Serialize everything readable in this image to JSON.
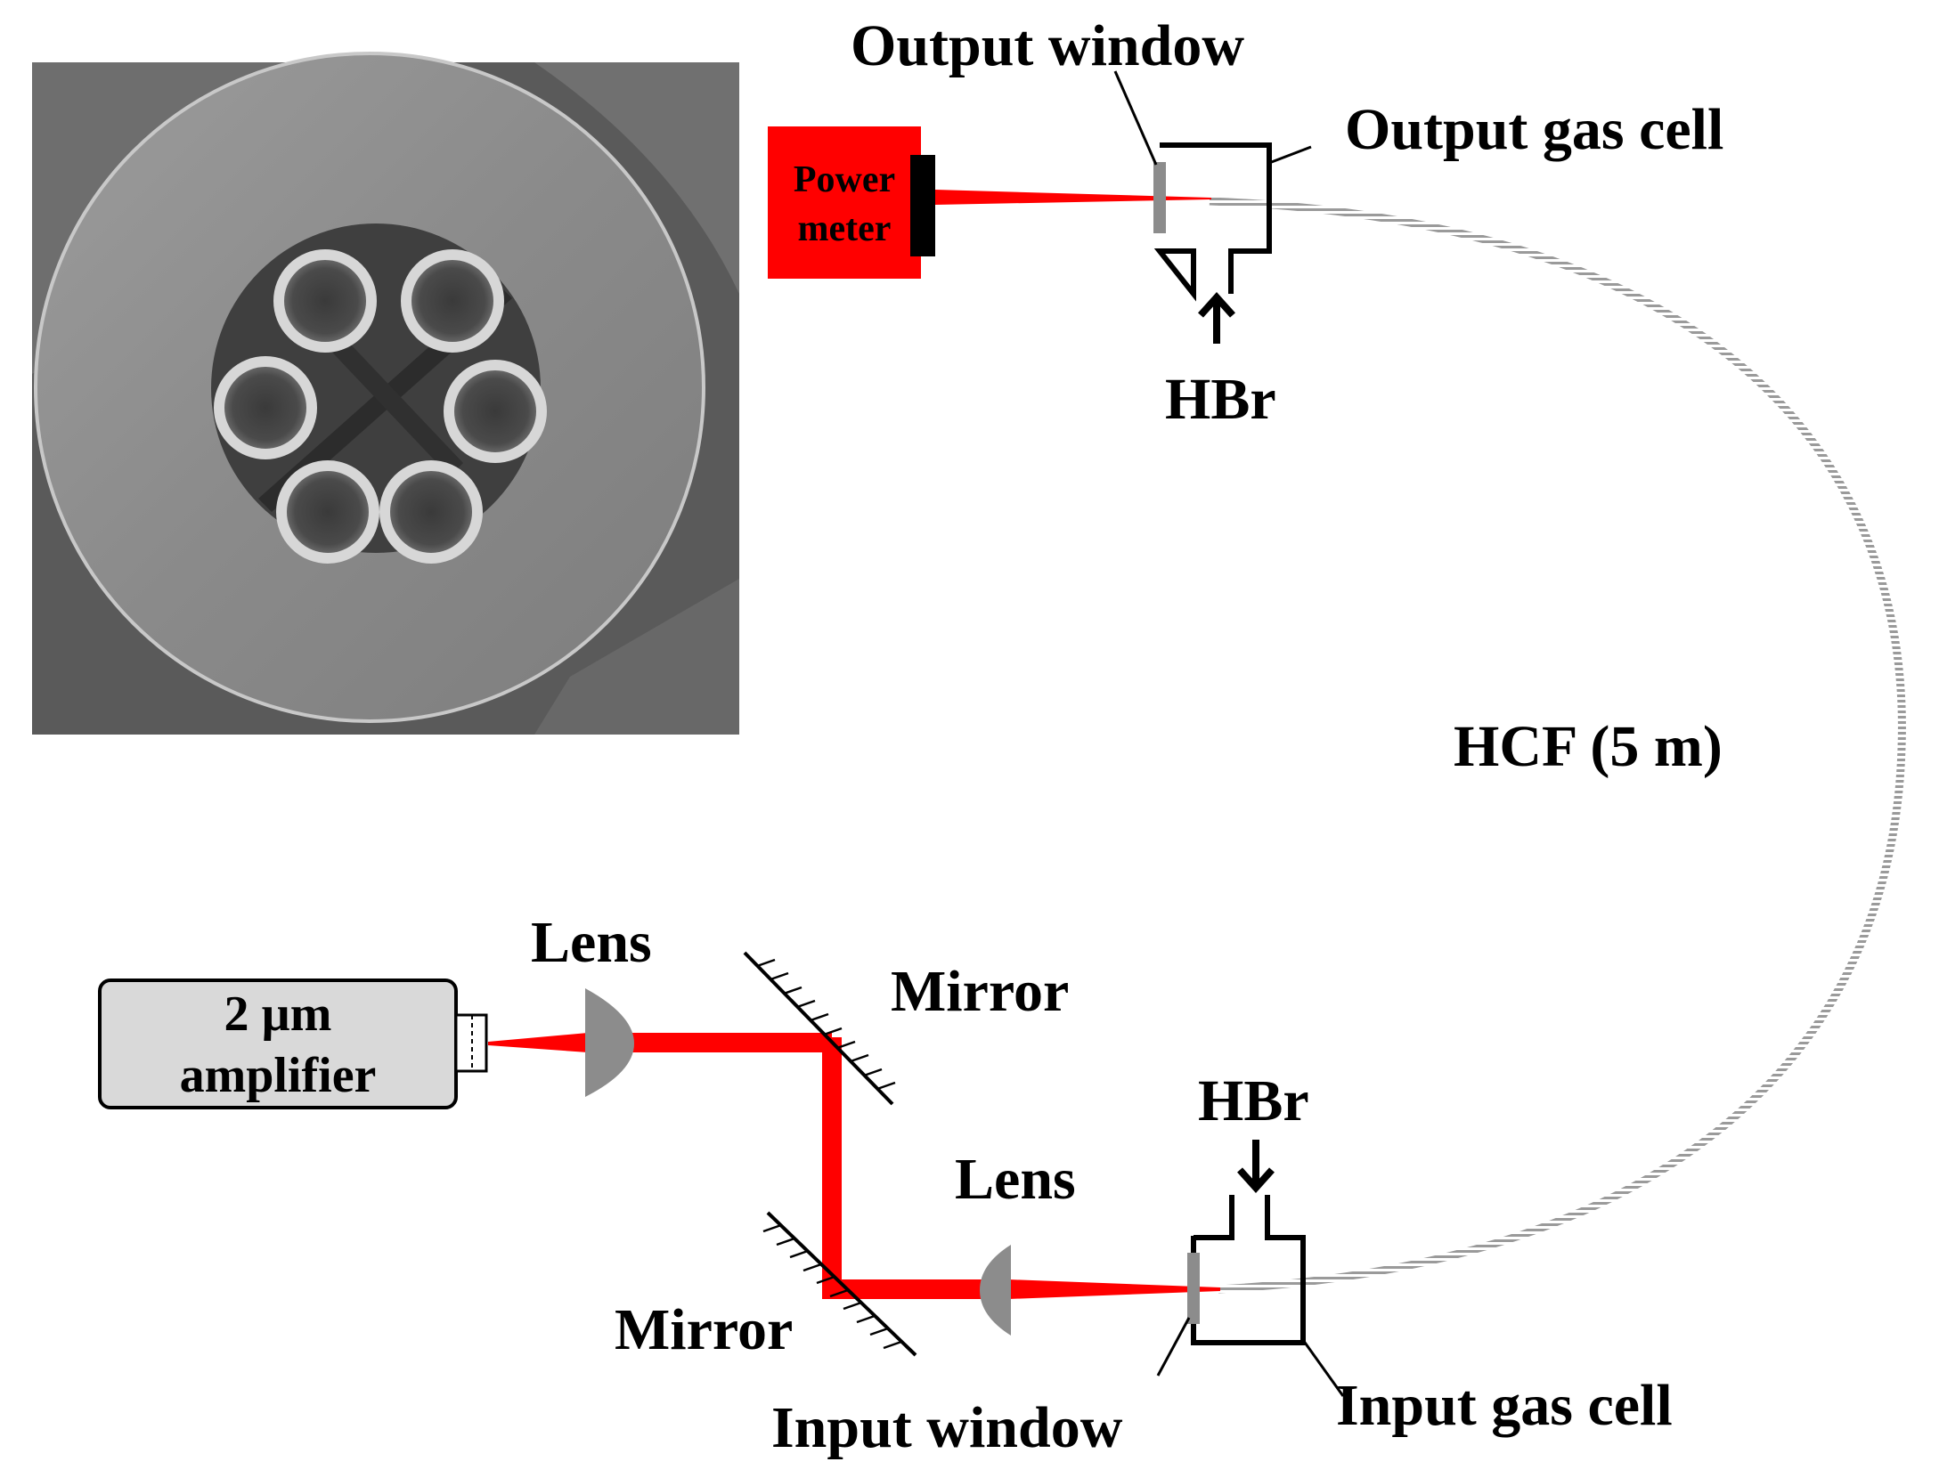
{
  "labels": {
    "output_window": "Output window",
    "output_gas_cell": "Output gas cell",
    "power_meter_line1": "Power",
    "power_meter_line2": "meter",
    "hbr_top": "HBr",
    "hcf": "HCF (5 m)",
    "lens_upper": "Lens",
    "mirror_upper": "Mirror",
    "amplifier_line1": "2 µm",
    "amplifier_line2": "amplifier",
    "hbr_bottom": "HBr",
    "lens_lower": "Lens",
    "mirror_lower": "Mirror",
    "input_window": "Input window",
    "input_gas_cell": "Input gas cell"
  },
  "colors": {
    "laser_beam": "#ff0000",
    "power_meter": "#ff0000",
    "amplifier_fill": "#d9d9d9",
    "lens_fill": "#8c8c8c",
    "window_fill": "#8c8c8c",
    "fiber": "#9a9a9a",
    "sem_background": "#5a5a5a"
  },
  "icons": {
    "sem_image": "hollow-core-fiber-cross-section-sem",
    "arrow": "arrow-icon",
    "mirror_hatch": "hatched-mirror-icon"
  }
}
